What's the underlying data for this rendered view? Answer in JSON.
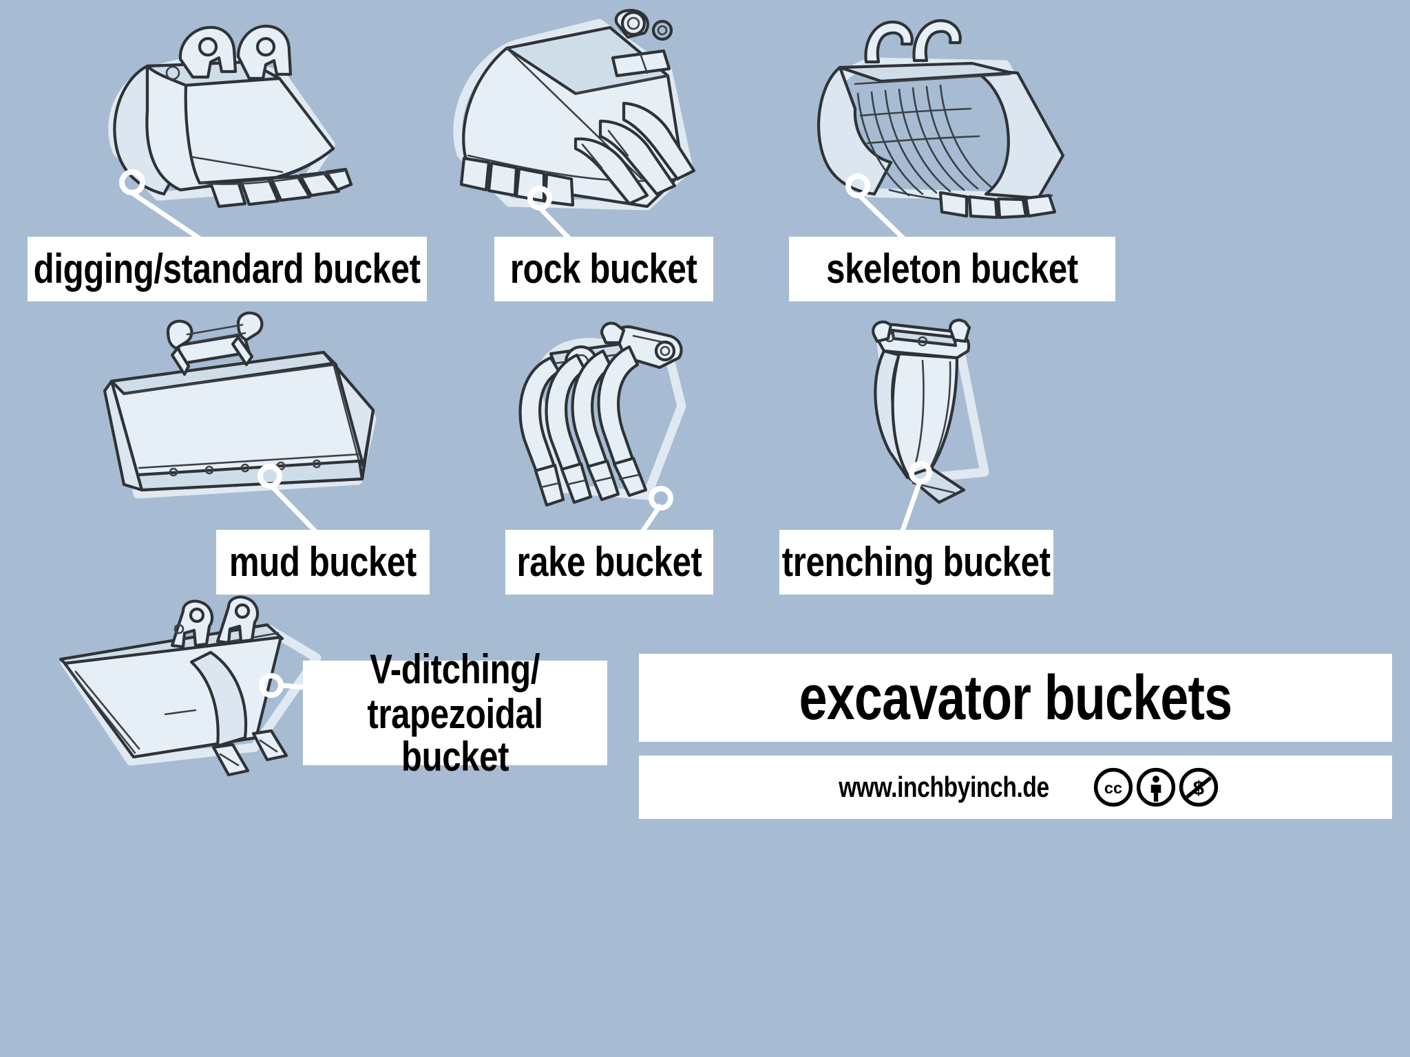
{
  "poster": {
    "title": "excavator buckets",
    "url": "www.inchbyinch.de",
    "background_color": "#a7bcd2",
    "plate_color": "#ffffff",
    "ink_color": "#2e3338",
    "fill_color": "#dbe6f0"
  },
  "license": {
    "badges": [
      {
        "name": "cc-badge",
        "glyph": "cc",
        "title": "Creative Commons"
      },
      {
        "name": "by-badge",
        "glyph": "by",
        "title": "Attribution"
      },
      {
        "name": "nc-badge",
        "glyph": "nc",
        "title": "NonCommercial"
      }
    ]
  },
  "items": [
    {
      "id": "digging-standard-bucket",
      "label": "digging/standard bucket",
      "lines": [
        "digging/standard bucket"
      ],
      "row": 1,
      "col": 1
    },
    {
      "id": "rock-bucket",
      "label": "rock bucket",
      "lines": [
        "rock bucket"
      ],
      "row": 1,
      "col": 2
    },
    {
      "id": "skeleton-bucket",
      "label": "skeleton bucket",
      "lines": [
        "skeleton bucket"
      ],
      "row": 1,
      "col": 3
    },
    {
      "id": "mud-bucket",
      "label": "mud bucket",
      "lines": [
        "mud bucket"
      ],
      "row": 2,
      "col": 1
    },
    {
      "id": "rake-bucket",
      "label": "rake bucket",
      "lines": [
        "rake bucket"
      ],
      "row": 2,
      "col": 2
    },
    {
      "id": "trenching-bucket",
      "label": "trenching bucket",
      "lines": [
        "trenching bucket"
      ],
      "row": 2,
      "col": 3
    },
    {
      "id": "v-ditching-trapezoidal-bucket",
      "label": "V-ditching/ trapezoidal bucket",
      "lines": [
        "V-ditching/",
        "trapezoidal bucket"
      ],
      "row": 3,
      "col": 1
    }
  ]
}
